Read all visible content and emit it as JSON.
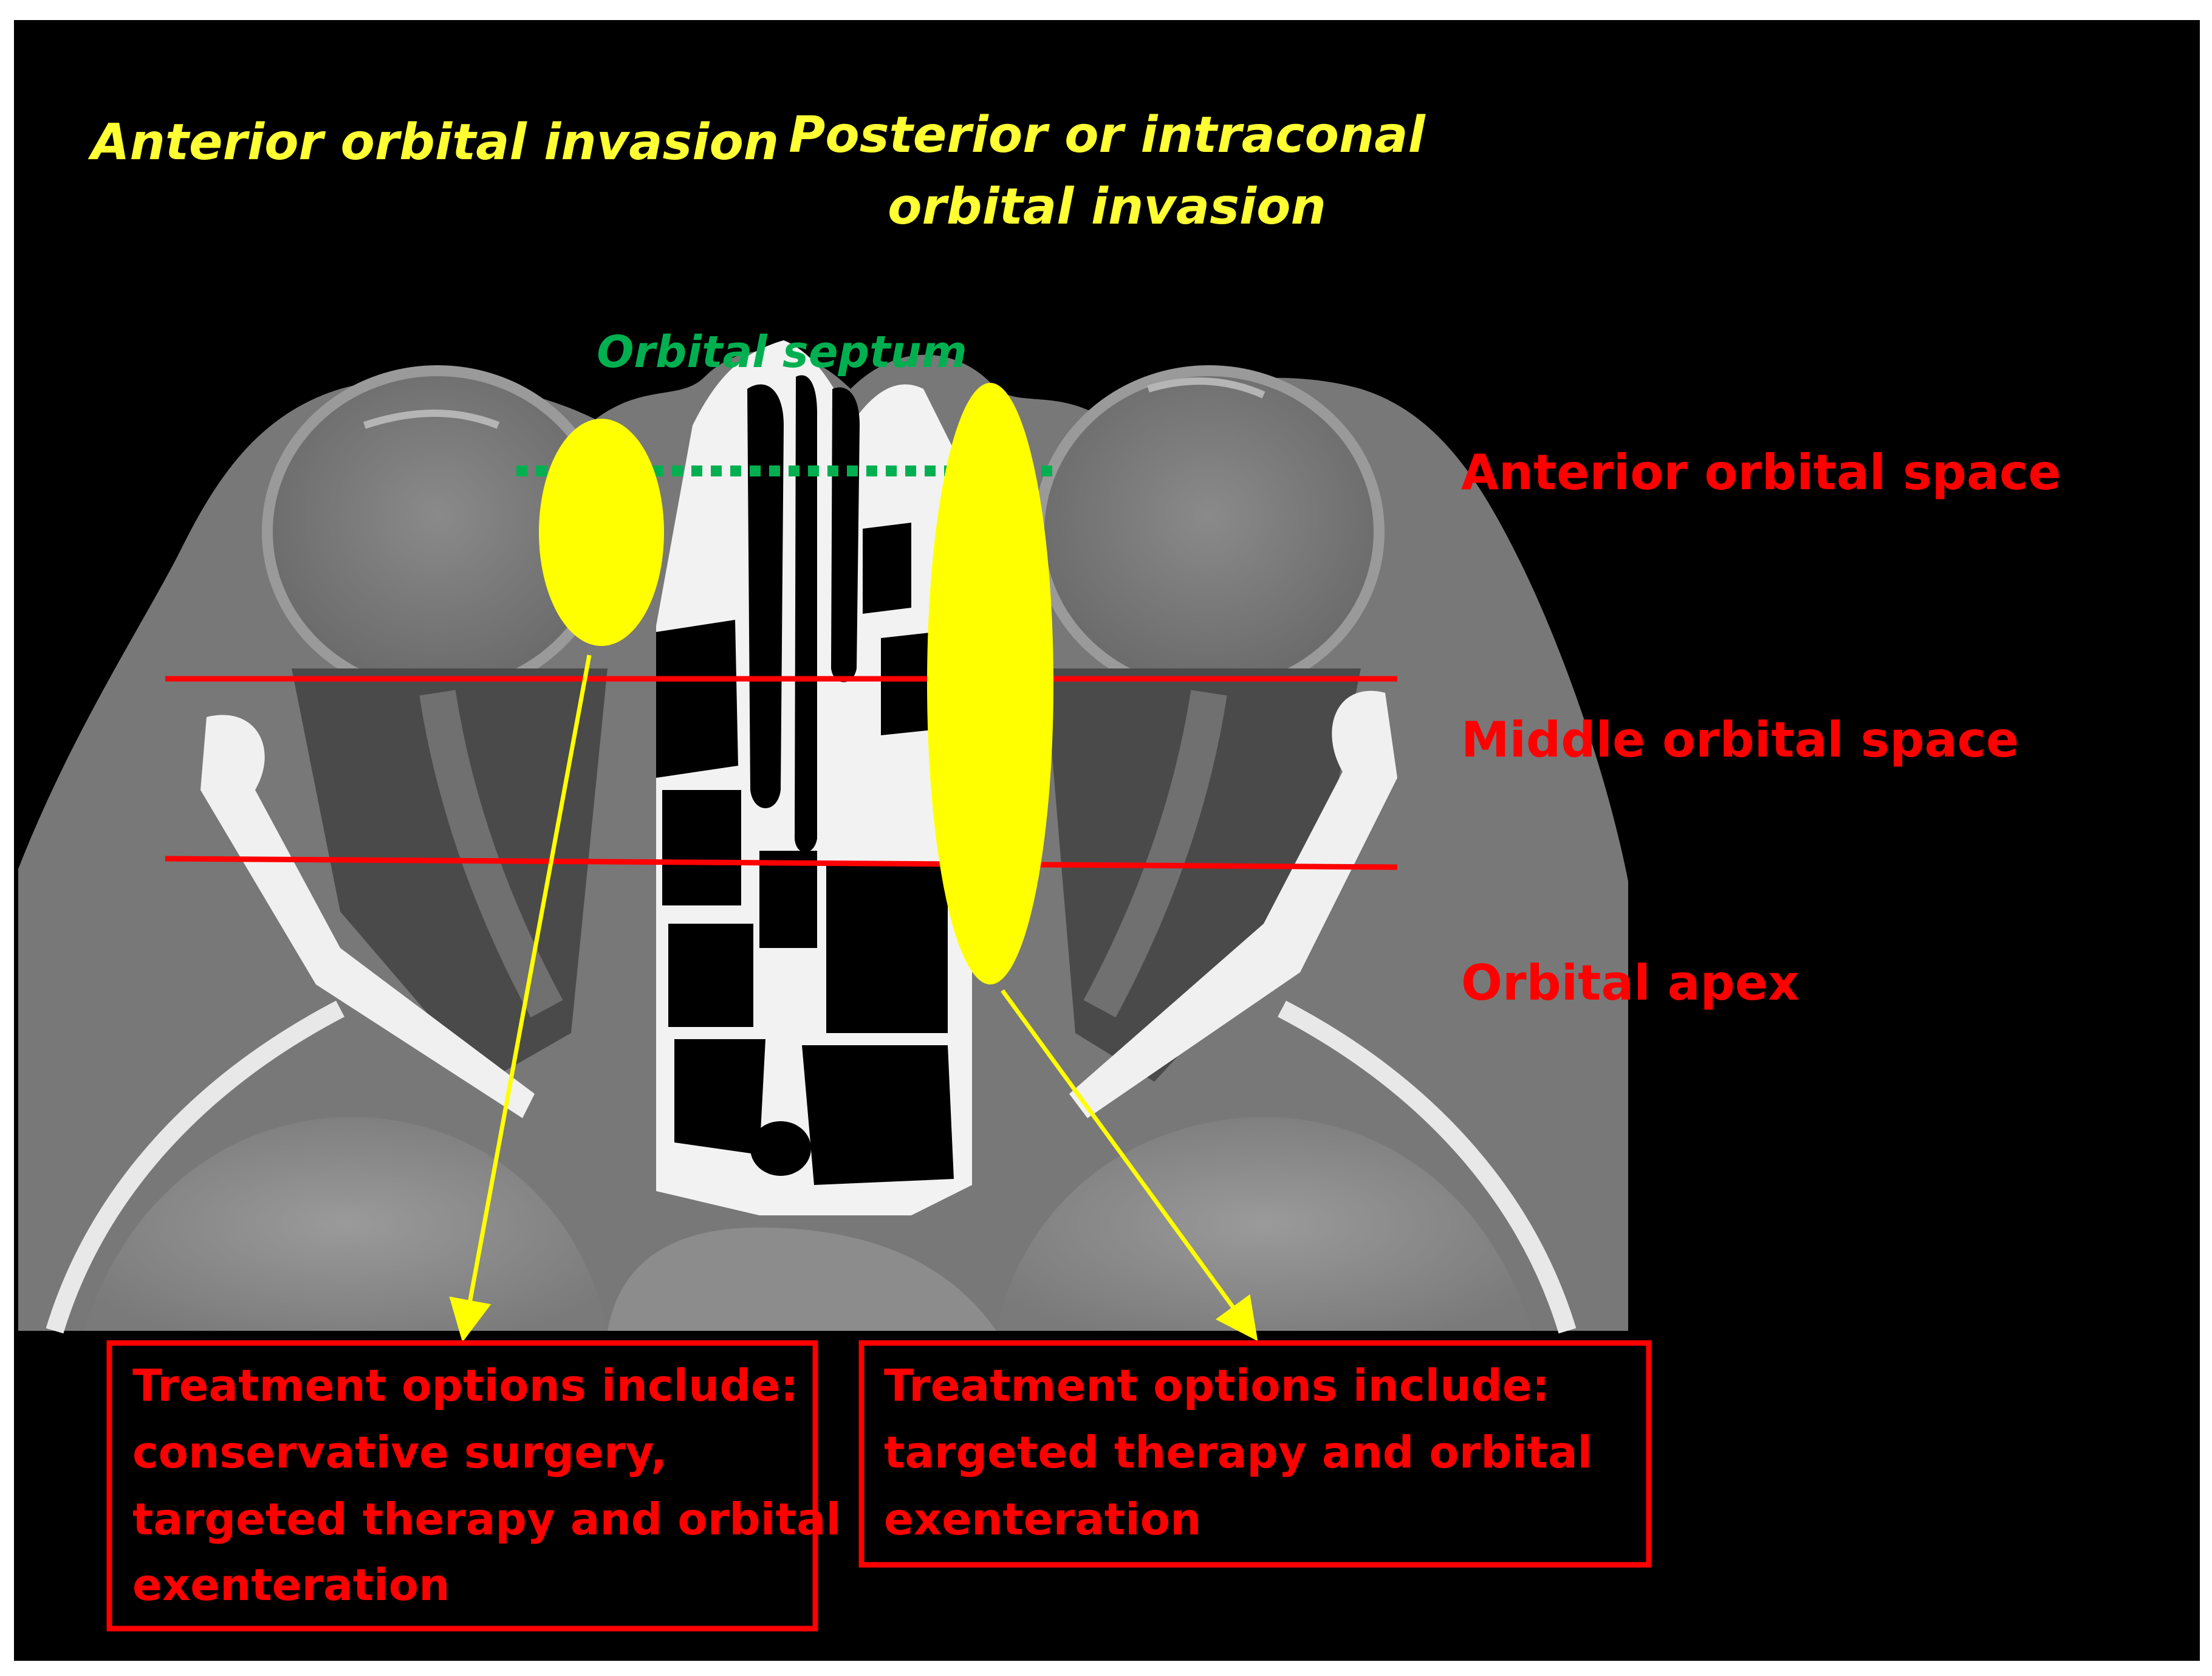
{
  "labels": {
    "anterior_invasion": "Anterior orbital invasion",
    "posterior_invasion_line1": "Posterior or intraconal",
    "posterior_invasion_line2": "orbital invasion",
    "orbital_septum": "Orbital septum",
    "anterior_space": "Anterior orbital space",
    "middle_space": "Middle orbital space",
    "orbital_apex": "Orbital apex"
  },
  "boxes": {
    "left": {
      "lines": [
        "Treatment options include:",
        "conservative surgery,",
        "targeted therapy and orbital",
        "exenteration"
      ]
    },
    "right": {
      "lines": [
        "Treatment options include:",
        "targeted therapy and orbital",
        "exenteration"
      ]
    }
  },
  "colors": {
    "invasion_text": "#ffff33",
    "ellipse_fill": "#ffff00",
    "arrow": "#ffff00",
    "septum": "#00b050",
    "space_text": "#ff0000",
    "space_lines": "#ff0000",
    "box_border": "#ff0000",
    "box_text": "#ff0000",
    "background": "#000000",
    "ct_soft_tissue": "#7b7b7b",
    "ct_bone": "#f2f2f2",
    "ct_fat": "#3a3a3a",
    "ct_air": "#000000"
  }
}
